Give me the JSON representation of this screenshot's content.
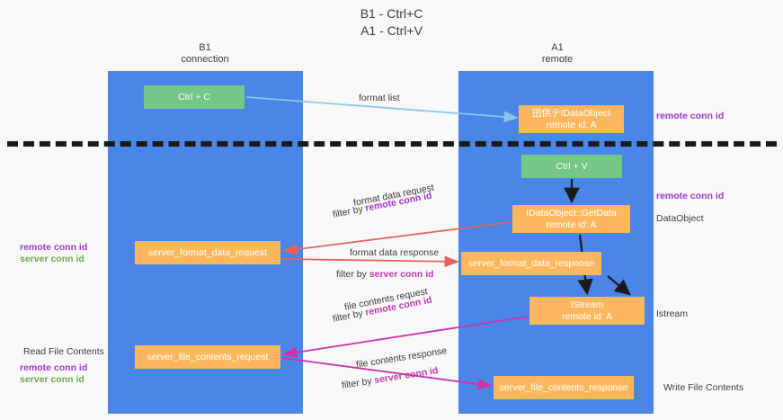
{
  "title": {
    "line1": "B1 - Ctrl+C",
    "line2": "A1 - Ctrl+V"
  },
  "columns": {
    "left": {
      "name": "B1",
      "role": "connection"
    },
    "right": {
      "name": "A1",
      "role": "remote"
    }
  },
  "nodes": {
    "ctrl_c": {
      "label": "Ctrl + C",
      "color": "#76c787"
    },
    "idataobject": {
      "line1": "囝供テIDataObject",
      "line2": "remote id: A",
      "color": "#fcb75e"
    },
    "ctrl_v": {
      "label": "Ctrl + V",
      "color": "#76c787"
    },
    "getdata": {
      "line1": "IDataObject::GetData",
      "line2": "remote id: A",
      "color": "#fcb75e"
    },
    "format_request": {
      "label": "server_format_data_request",
      "color": "#fcb75e"
    },
    "format_response": {
      "label": "server_format_data_response",
      "color": "#fcb75e"
    },
    "istream": {
      "line1": "IStream",
      "line2": "remote id: A",
      "color": "#fcb75e"
    },
    "file_request": {
      "label": "server_file_contents_request",
      "color": "#fcb75e"
    },
    "file_response": {
      "label": "server_file_contents_response",
      "color": "#fcb75e"
    }
  },
  "edge_labels": {
    "format_list": "format list",
    "format_data_request": "format data request",
    "format_data_request_filter_prefix": "filter by ",
    "format_data_request_filter_key": "remote conn id",
    "format_data_response": "format data response",
    "format_data_response_filter_prefix": "filter by ",
    "format_data_response_filter_key": "server conn id",
    "file_contents_request": "file contents request",
    "file_contents_request_filter_prefix": "filter by ",
    "file_contents_request_filter_key": "remote conn id",
    "file_contents_response": "file contents response",
    "file_contents_response_filter_prefix": "filter by ",
    "file_contents_response_filter_key": "server conn id"
  },
  "annotations": {
    "right": {
      "remote_conn_id_top": "remote conn id",
      "remote_conn_id_mid": "remote conn id",
      "dataobject": "DataObject",
      "istream": "Istream",
      "write_file_contents": "Write File Contents"
    },
    "left": {
      "remote_conn_id_mid": "remote conn id",
      "server_conn_id_mid": "server conn id",
      "read_file_contents": "Read File Contents",
      "remote_conn_id_bottom": "remote conn id",
      "server_conn_id_bottom": "server conn id"
    }
  },
  "colors": {
    "lane": "#4a86e8",
    "green_node": "#76c787",
    "orange_node": "#fcb75e",
    "remote_conn_id": "#a335d1",
    "server_conn_id_left": "#6aa84f",
    "server_conn_id_inline": "#c23bb0",
    "arrow_format_list": "#8ec6ea",
    "arrow_format_data": "#e8615a",
    "arrow_file_contents": "#cc33aa",
    "arrow_control": "#1a1a1a",
    "divider": "#1a1a1a",
    "background": "#f8f8f8"
  }
}
